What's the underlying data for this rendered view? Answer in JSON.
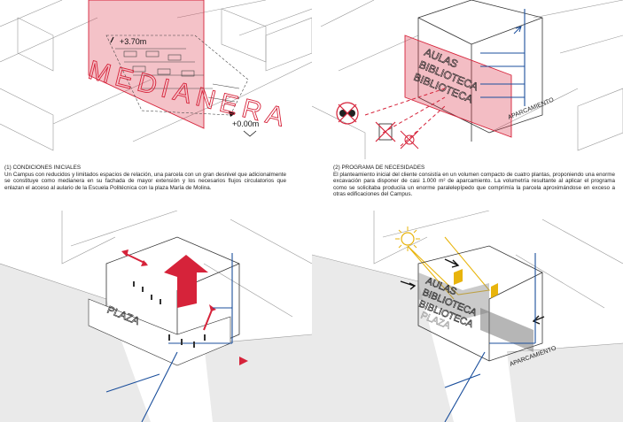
{
  "panels": [
    {
      "id": "p1",
      "labels": {
        "level_top": "+3.70m",
        "level_bottom": "+0.00m",
        "wall": "MEDIANERA"
      },
      "caption_title": "(1) CONDICIONES INICIALES",
      "caption_body": "Un Campus con reducidos y limitados espacios de relación, una parcela con un gran desnivel que adicionalmente se constituye como medianera en su fachada de mayor extensión y los necesarios flujos circulatorios que enlazan el acceso al aulario de la Escuela Politécnica con la plaza María de Molina."
    },
    {
      "id": "p2",
      "labels": {
        "program_1": "AULAS",
        "program_2": "BIBLIOTECA",
        "program_3": "BIBLIOTECA",
        "parking": "APARCAMIENTO"
      },
      "caption_title": "(2) PROGRAMA DE NECESIDADES",
      "caption_body": "El planteamiento inicial del cliente consistía en un volumen compacto de cuatro plantas, proponiendo una enorme excavación para disponer de casi 1.000 m² de aparcamiento. La volumetría resultante al aplicar el programa como se solicitaba produciía un enorme paralelepípedo que comprimía la parcela aproximándose en exceso a otras edificaciones del Campus."
    },
    {
      "id": "p3",
      "labels": {
        "plaza": "PLAZA"
      }
    },
    {
      "id": "p4",
      "labels": {
        "program_1": "AULAS",
        "program_2": "BIBLIOTECA",
        "program_3": "BIBLIOTECA",
        "plaza": "PLAZA",
        "parking": "APARCAMIENTO"
      }
    }
  ],
  "colors": {
    "accent_red": "#d6233a",
    "accent_blue": "#1b4f9c",
    "sun_yellow": "#e8b40c",
    "line": "#333333",
    "shadow_grey": "#d9d9d9"
  }
}
